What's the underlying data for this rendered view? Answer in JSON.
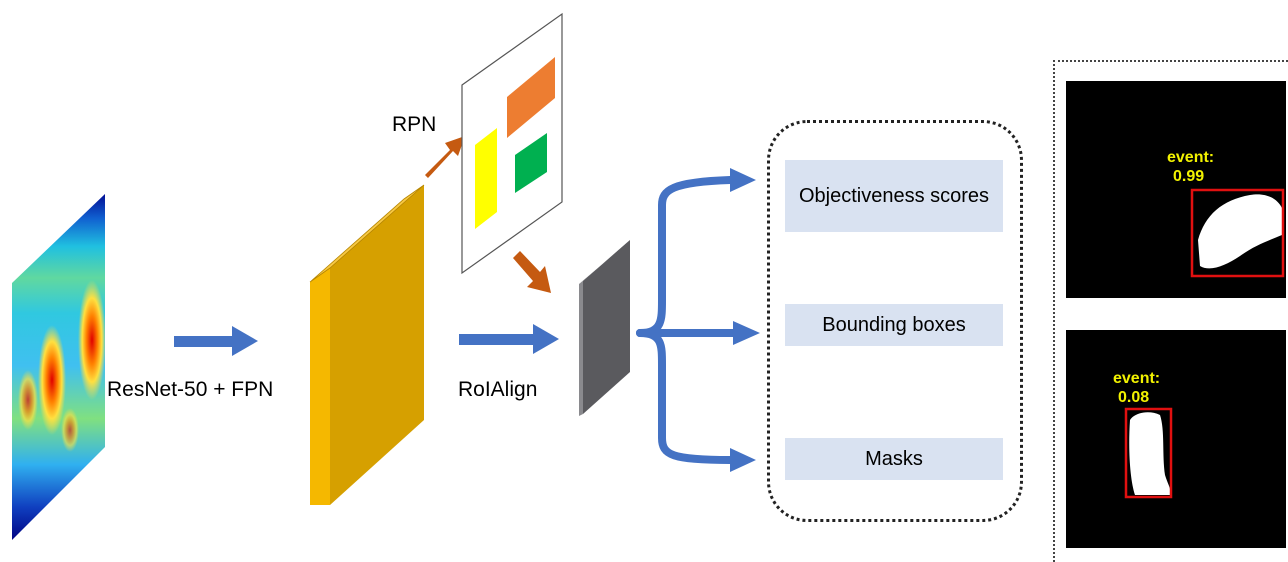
{
  "labels": {
    "backbone": "ResNet-50 + FPN",
    "rpn": "RPN",
    "roialign": "RoIAlign"
  },
  "outputs": [
    {
      "text": "Objectiveness scores"
    },
    {
      "text": "Bounding  boxes"
    },
    {
      "text": "Masks"
    }
  ],
  "detections": [
    {
      "class_label": "event:",
      "score": "0.99"
    },
    {
      "class_label": "event:",
      "score": "0.08"
    }
  ],
  "colors": {
    "arrow_blue": "#4472c4",
    "arrow_orange": "#c55a11",
    "feature_map_front": "#d6a000",
    "feature_map_side": "#f5b800",
    "roi_feature": "#5a5a5e",
    "proposal_orange": "#ed7d31",
    "proposal_yellow": "#ffff00",
    "proposal_green": "#00b050",
    "output_box_fill": "#d9e2f1",
    "detection_text": "#f2f200",
    "detection_box": "#e01010"
  }
}
